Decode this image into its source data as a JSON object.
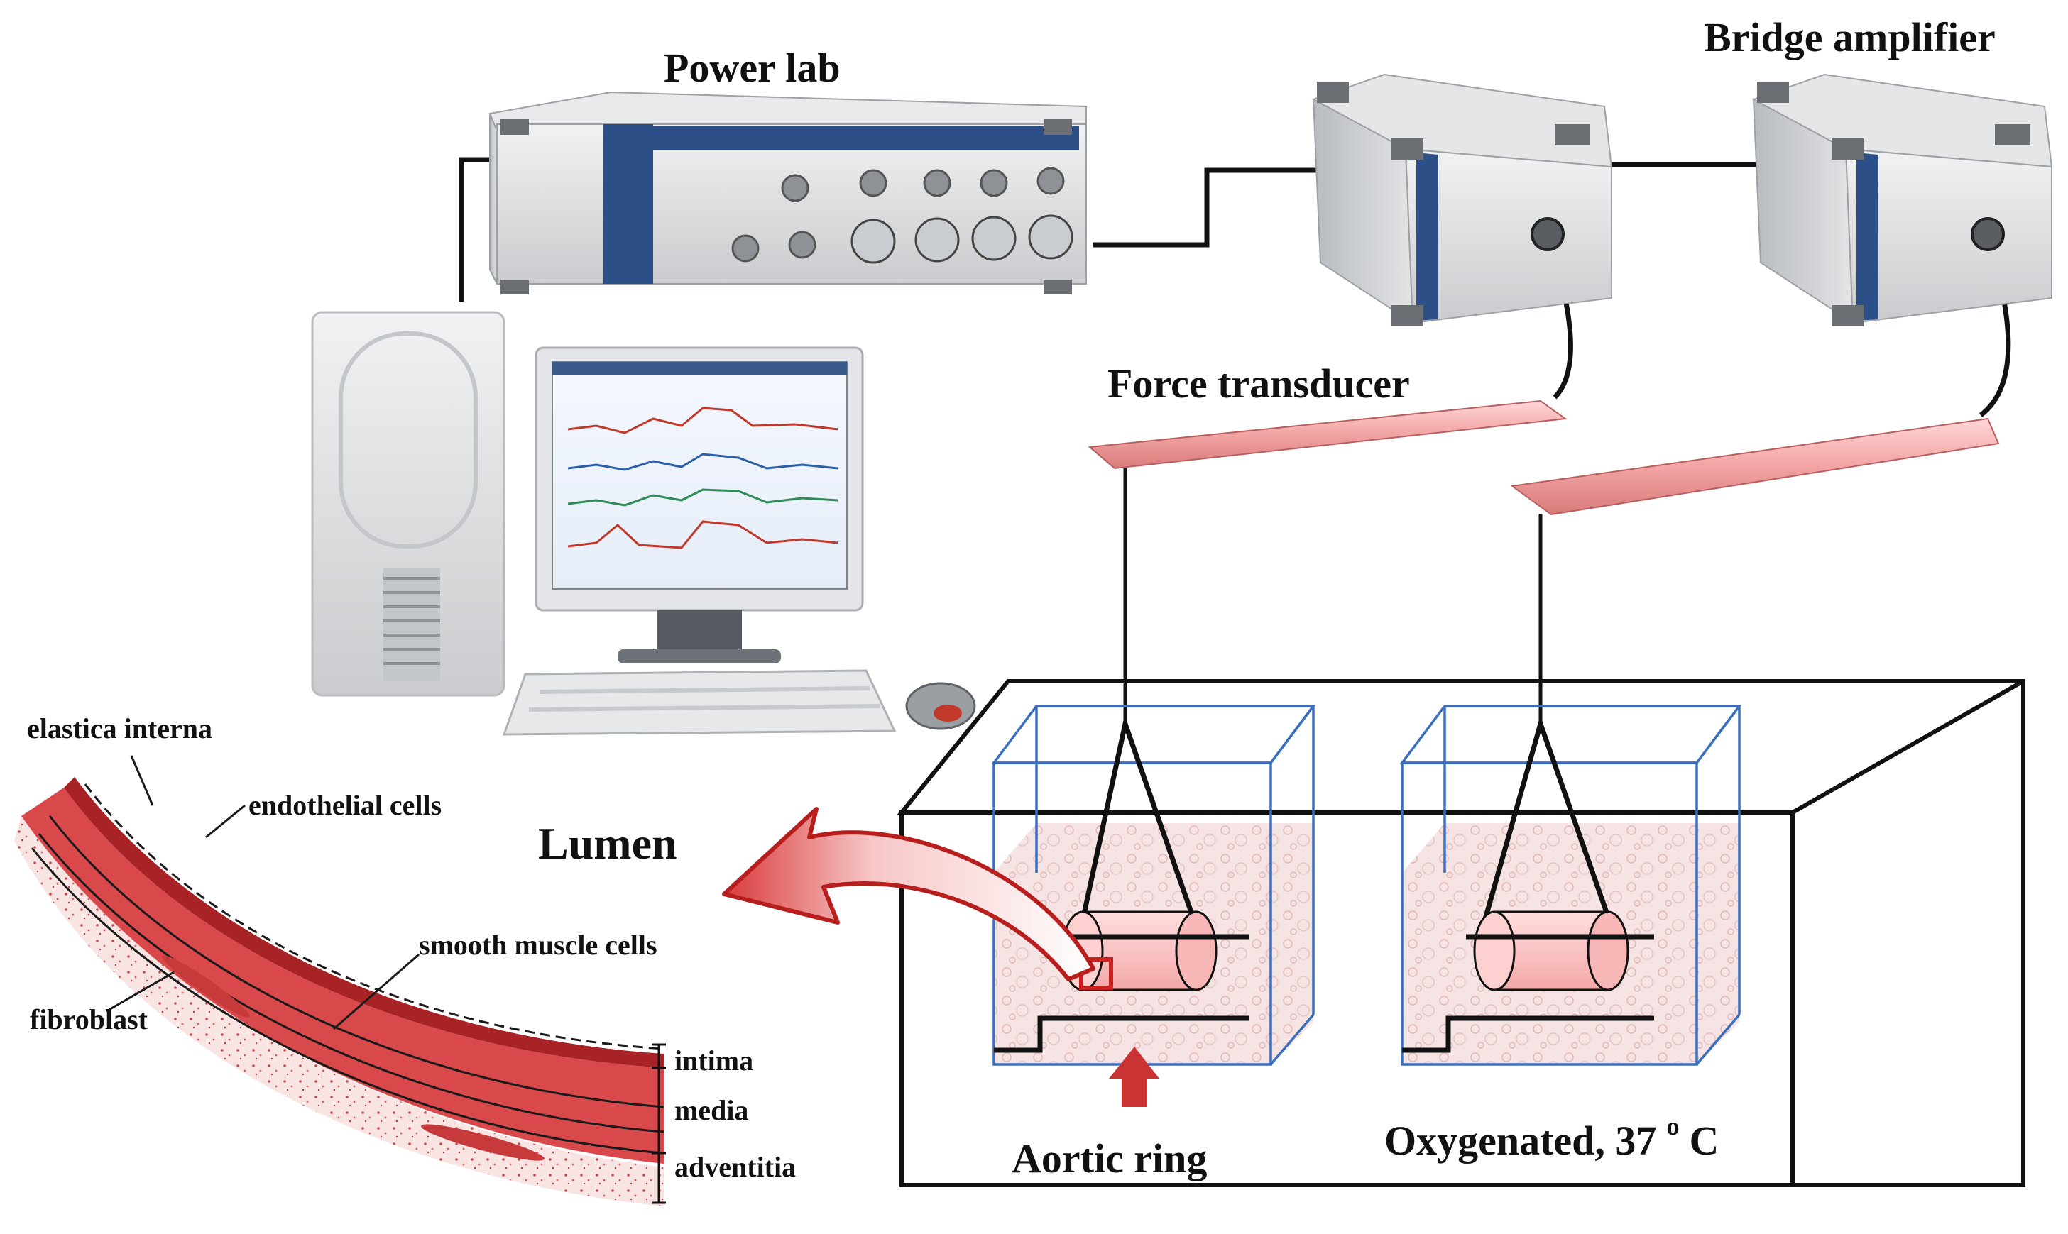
{
  "diagram": {
    "labels": {
      "power_lab": "Power lab",
      "bridge_amplifier": "Bridge amplifier",
      "force_transducer": "Force transducer",
      "lumen": "Lumen",
      "aortic_ring": "Aortic ring",
      "oxygenated": "Oxygenated, 37",
      "oxygenated_sup": "o",
      "oxygenated_unit": "C"
    },
    "tissue_labels": {
      "elastica_interna": "elastica interna",
      "endothelial_cells": "endothelial cells",
      "smooth_muscle_cells": "smooth muscle cells",
      "fibroblast": "fibroblast",
      "intima": "intima",
      "media": "media",
      "adventitia": "adventitia"
    },
    "colors": {
      "tissue_red": "#d9484a",
      "tissue_dark": "#a82326",
      "transducer_pink": "#f2a3a3",
      "bath_fill": "#f6e3e3",
      "glass_blue": "#3a6fc0",
      "device_gray": "#d5d7da"
    }
  }
}
